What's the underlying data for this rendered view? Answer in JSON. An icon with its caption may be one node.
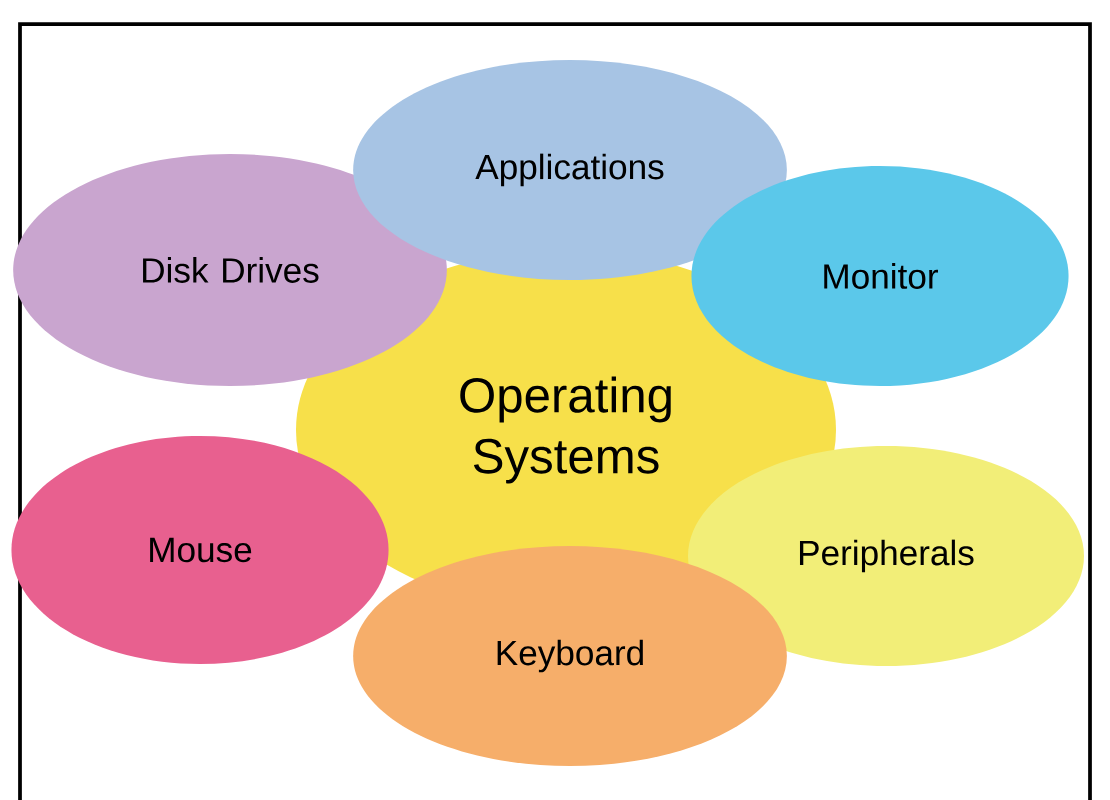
{
  "diagram": {
    "nodes": [
      {
        "text": [
          "Applications"
        ]
      },
      {
        "text": [
          "Disk Drives"
        ]
      },
      {
        "text": [
          "Operating Systems"
        ]
      },
      {
        "text": [
          "Monitor"
        ]
      },
      {
        "text": [
          "Mouse"
        ]
      },
      {
        "text": [
          "Peripherals"
        ]
      },
      {
        "text": [
          "Keyboard"
        ]
      }
    ]
  }
}
